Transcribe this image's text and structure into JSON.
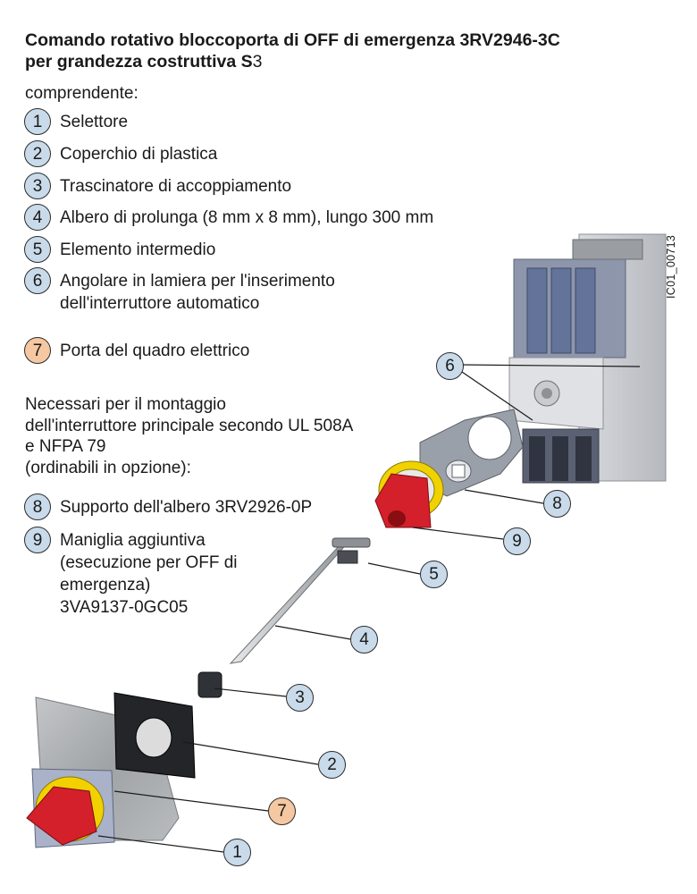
{
  "title": {
    "line1": "Comando rotativo bloccoporta di OFF di emergenza 3RV2946-3C",
    "line2_a": "per grandezza costruttiva ",
    "line2_s": "S",
    "line2_3": "3"
  },
  "intro": "comprendente:",
  "items": [
    {
      "num": "1",
      "lines": [
        "Selettore"
      ]
    },
    {
      "num": "2",
      "lines": [
        "Coperchio di plastica"
      ]
    },
    {
      "num": "3",
      "lines": [
        "Trascinatore di accoppiamento"
      ]
    },
    {
      "num": "4",
      "lines": [
        "Albero di prolunga (8 mm x 8 mm), lungo 300 mm"
      ]
    },
    {
      "num": "5",
      "lines": [
        "Elemento intermedio"
      ]
    },
    {
      "num": "6",
      "lines": [
        "Angolare in lamiera per l'inserimento",
        "dell'interruttore automatico"
      ]
    },
    {
      "num": "7",
      "lines": [
        "Porta del quadro elettrico"
      ]
    },
    {
      "num": "8",
      "lines": [
        "Supporto dell'albero 3RV2926-0P"
      ]
    },
    {
      "num": "9",
      "lines": [
        "Maniglia aggiuntiva",
        "(esecuzione per OFF di",
        "emergenza)",
        "3VA9137-0GC05"
      ]
    }
  ],
  "note": [
    "Necessari per il montaggio",
    "dell'interruttore principale secondo UL 508A",
    "e NFPA 79",
    "(ordinabili in opzione):"
  ],
  "figure_id": "IC01_00713",
  "callouts": [
    "6",
    "8",
    "9",
    "5",
    "4",
    "3",
    "2",
    "7",
    "1"
  ],
  "colors": {
    "badge_blue": "#c9dbea",
    "badge_peach": "#f5c8a2",
    "handle_red": "#d4202a",
    "yellow_ring": "#f0d200",
    "grey_housing": "#b8bcc4",
    "breaker_blue": "#6d7ea3"
  }
}
